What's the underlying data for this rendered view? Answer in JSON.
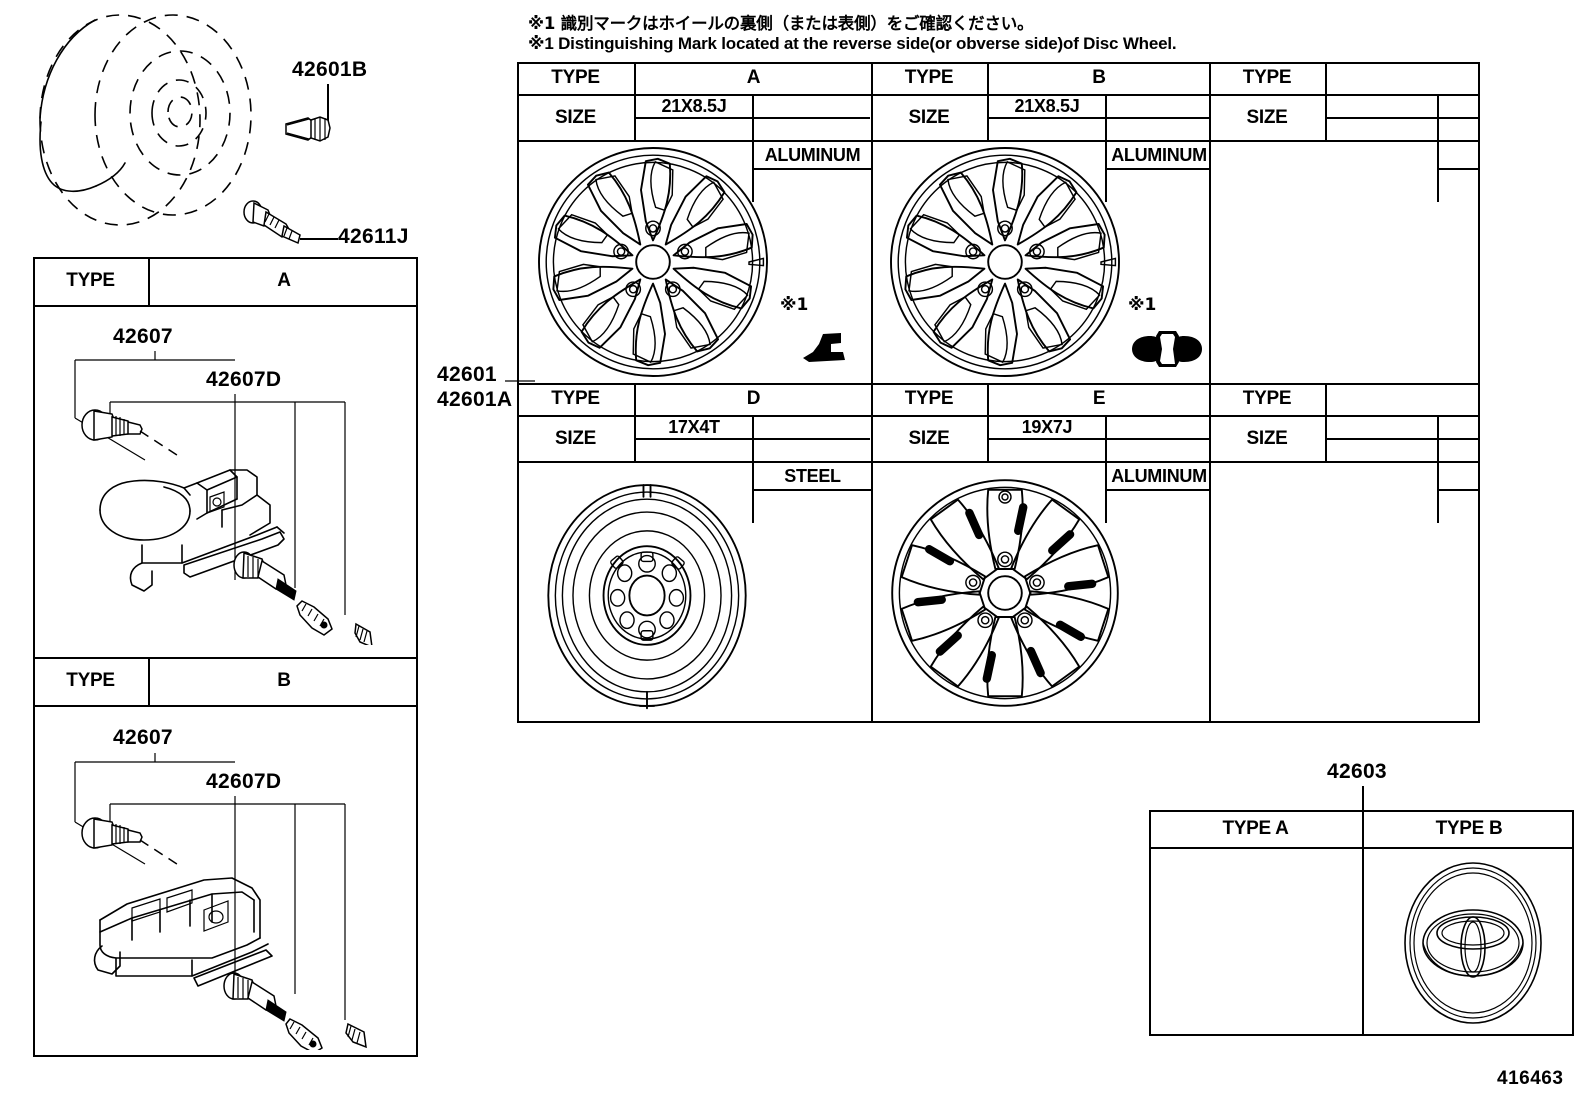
{
  "document": {
    "id": "416463",
    "notes": [
      "※1 識別マークはホイールの裏側（または表側）をご確認ください。",
      "※1 Distinguishing Mark located at the reverse side(or obverse side)of Disc Wheel."
    ]
  },
  "hub_section": {
    "part_wheel_nut": "42601B",
    "part_valve": "42611J"
  },
  "sensor_table": {
    "type_label": "TYPE",
    "variants": [
      {
        "type": "A",
        "parts": [
          "42607",
          "42607D"
        ]
      },
      {
        "type": "B",
        "parts": [
          "42607",
          "42607D"
        ]
      }
    ]
  },
  "wheel_callout": {
    "lines": [
      "42601",
      "42601A"
    ]
  },
  "wheel_table": {
    "type_label": "TYPE",
    "size_label": "SIZE",
    "distinguishing_note": "※1",
    "rows": [
      {
        "cells": [
          {
            "type": "A",
            "size": "21X8.5J",
            "material": "ALUMINUM",
            "has_mark": true,
            "mark": "hook-mark",
            "wheel": "multi-spoke-21"
          },
          {
            "type": "B",
            "size": "21X8.5J",
            "material": "ALUMINUM",
            "has_mark": true,
            "mark": "double-ring-mark",
            "wheel": "multi-spoke-21"
          },
          {
            "type": "",
            "size": "",
            "material": "",
            "has_mark": false,
            "mark": "",
            "wheel": ""
          }
        ]
      },
      {
        "cells": [
          {
            "type": "D",
            "size": "17X4T",
            "material": "STEEL",
            "has_mark": false,
            "mark": "",
            "wheel": "steel-spare"
          },
          {
            "type": "E",
            "size": "19X7J",
            "material": "ALUMINUM",
            "has_mark": false,
            "mark": "",
            "wheel": "multi-spoke-19"
          },
          {
            "type": "",
            "size": "",
            "material": "",
            "has_mark": false,
            "mark": "",
            "wheel": ""
          }
        ]
      }
    ]
  },
  "ornament_table": {
    "part": "42603",
    "columns": [
      {
        "label": "TYPE A",
        "emblem": false
      },
      {
        "label": "TYPE B",
        "emblem": true
      }
    ]
  }
}
